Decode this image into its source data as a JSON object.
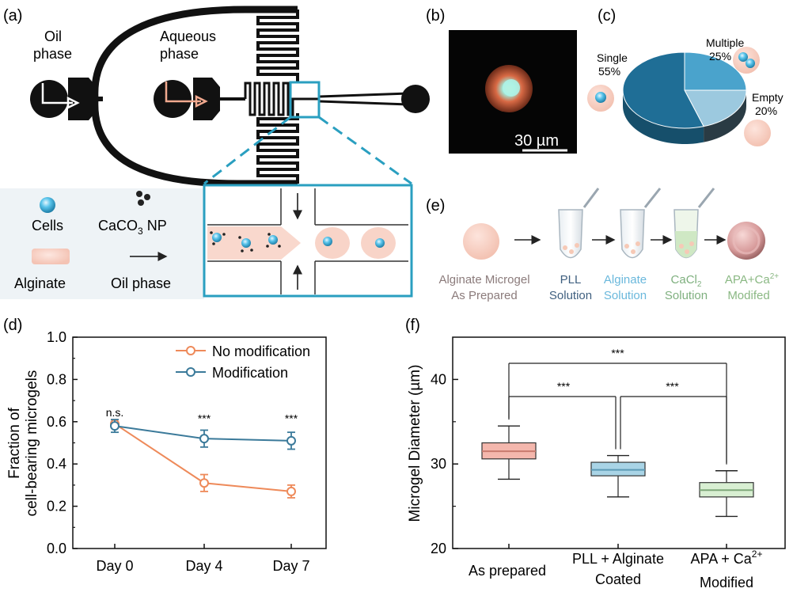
{
  "panel_a": {
    "label": "(a)",
    "oil_line1": "Oil",
    "oil_line2": "phase",
    "aq_line1": "Aqueous",
    "aq_line2": "phase",
    "legend_cells": "Cells",
    "legend_caco3_main": "CaCO",
    "legend_caco3_sub": "3",
    "legend_caco3_tail": " NP",
    "legend_alginate": "Alginate",
    "legend_oil": "Oil phase",
    "colors": {
      "channel": "#111111",
      "zoom_box": "#2a9fc0",
      "alginate": "#f6cfc4",
      "cell": "#3aaed8"
    }
  },
  "panel_b": {
    "label": "(b)",
    "scale_text": "30 µm"
  },
  "panel_c": {
    "label": "(c)",
    "chart_data": {
      "type": "pie",
      "slices": [
        {
          "name": "Single",
          "value": 55,
          "value_label": "55%",
          "color": "#1f6e96"
        },
        {
          "name": "Multiple",
          "value": 25,
          "value_label": "25%",
          "color": "#4aa3cc"
        },
        {
          "name": "Empty",
          "value": 20,
          "value_label": "20%",
          "color": "#9cc9df"
        }
      ]
    }
  },
  "panel_e": {
    "label": "(e)",
    "steps": [
      {
        "line1": "Alginate Microgel",
        "line2": "As Prepared",
        "color": "#8b7b7b"
      },
      {
        "line1": "PLL",
        "line2": "Solution",
        "color": "#3f5f7f"
      },
      {
        "line1": "Alginate",
        "line2": "Solution",
        "color": "#6ab8dc"
      },
      {
        "line1": "CaCl",
        "line1_sub": "2",
        "line2": "Solution",
        "color": "#7fb07f"
      },
      {
        "line1": "APA+Ca",
        "line1_sup": "2+",
        "line2": "Modifed",
        "color": "#8ab883"
      }
    ]
  },
  "panel_d": {
    "label": "(d)",
    "chart_data": {
      "type": "line",
      "categories": [
        "Day 0",
        "Day 4",
        "Day 7"
      ],
      "series": [
        {
          "name": "No modification",
          "color": "#ee8a5a",
          "values": [
            0.59,
            0.31,
            0.27
          ],
          "errors": [
            0.02,
            0.04,
            0.03
          ]
        },
        {
          "name": "Modification",
          "color": "#3b7a9a",
          "values": [
            0.58,
            0.52,
            0.51
          ],
          "errors": [
            0.03,
            0.04,
            0.04
          ]
        }
      ],
      "annotations": [
        "n.s.",
        "***",
        "***"
      ],
      "ylabel_line1": "Fraction of",
      "ylabel_line2": "cell-bearing microgels",
      "ylim": [
        0.0,
        1.0
      ],
      "yticks": [
        "0.0",
        "0.2",
        "0.4",
        "0.6",
        "0.8",
        "1.0"
      ],
      "legend_position": "top-right"
    }
  },
  "panel_f": {
    "label": "(f)",
    "chart_data": {
      "type": "box",
      "categories": [
        {
          "line1": "As prepared",
          "line2": ""
        },
        {
          "line1": "PLL + Alginate",
          "line2": "Coated"
        },
        {
          "line1": "APA + Ca",
          "line1_sup": "2+",
          "line2": "Modified"
        }
      ],
      "boxes": [
        {
          "min": 28.2,
          "q1": 30.6,
          "median": 31.5,
          "q3": 32.5,
          "max": 34.5,
          "color": "#f4b7ad",
          "edge": "#c97a6e"
        },
        {
          "min": 26.1,
          "q1": 28.6,
          "median": 29.3,
          "q3": 30.2,
          "max": 31.0,
          "color": "#a9d4e6",
          "edge": "#5d9ab5"
        },
        {
          "min": 23.8,
          "q1": 26.1,
          "median": 26.9,
          "q3": 27.8,
          "max": 29.2,
          "color": "#d8efd2",
          "edge": "#7fa87a"
        }
      ],
      "significance": [
        "***",
        "***",
        "***"
      ],
      "ylabel": "Microgel Diameter (µm)",
      "ylim": [
        20,
        45
      ],
      "yticks": [
        "20",
        "30",
        "40"
      ]
    }
  }
}
